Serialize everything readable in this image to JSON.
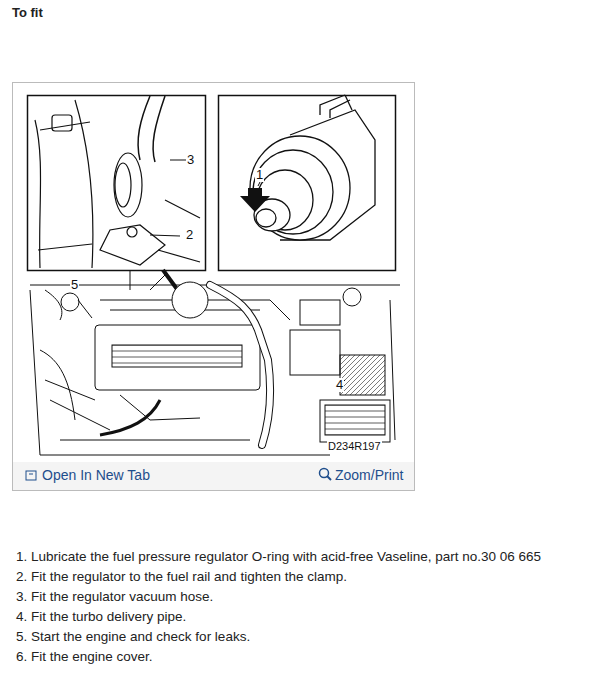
{
  "diagram": {
    "title": "To fit",
    "labels": [
      "1",
      "2",
      "3",
      "4",
      "5",
      "D234R197",
      "Open In New Tab",
      "Zoom/Print",
      "1. Lubricate the fuel pressure regulator O-ring with acid-free Vaseline, part no.30 06 665",
      "2. Fit the regulator to the fuel rail and tighten the clamp.",
      "3. Fit the regulator vacuum hose.",
      "4. Fit the turbo delivery pipe.",
      "5. Start the engine and check for leaks.",
      "6. Fit the engine cover."
    ]
  }
}
